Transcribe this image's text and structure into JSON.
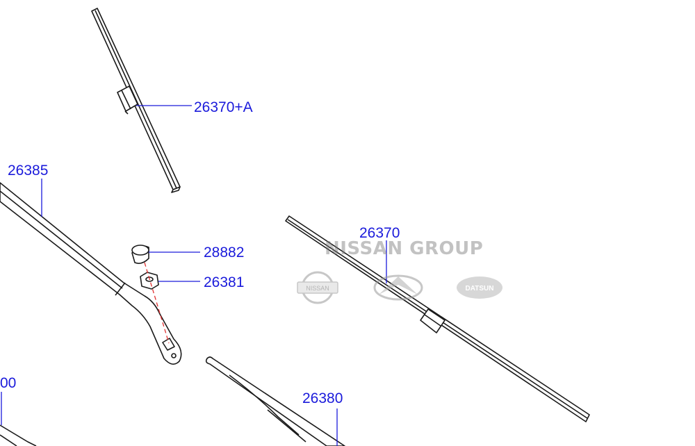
{
  "colors": {
    "callout_text": "#1a1adb",
    "leader_line": "#1a1adb",
    "part_outline": "#1a1a1a",
    "alignment_dash": "#e03030",
    "watermark": "#888888"
  },
  "callouts": {
    "blade_rh": "26370+A",
    "arm_rh": "26385",
    "cap": "28882",
    "nut": "26381",
    "blade_lh": "26370",
    "arm_lh": "26380",
    "arm_cutoff": "00"
  },
  "watermark": {
    "title": "NISSAN GROUP",
    "logo_nissan": "NISSAN",
    "logo_datsun": "DATSUN",
    "logo_infiniti_icon": "infiniti-logo-icon"
  }
}
